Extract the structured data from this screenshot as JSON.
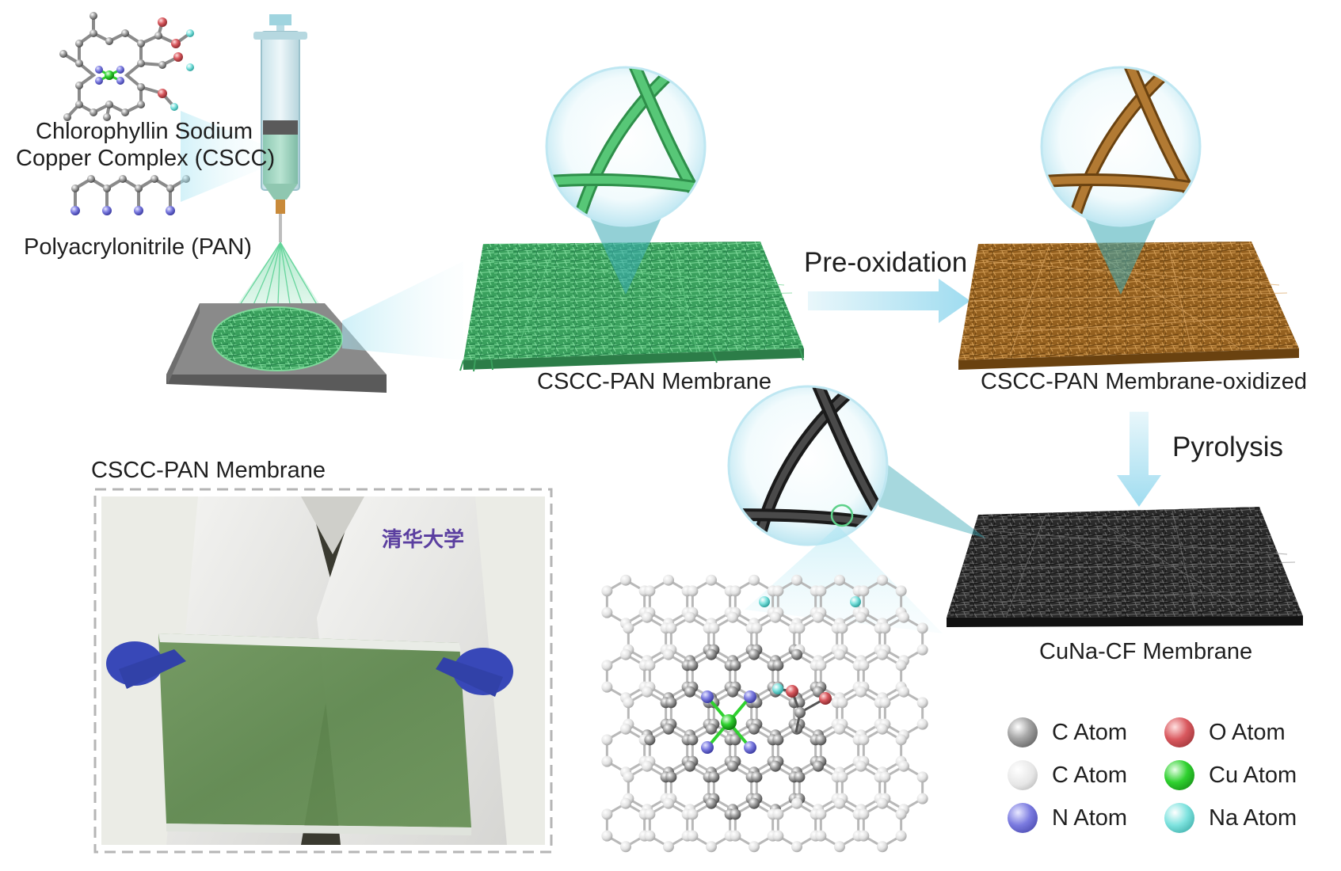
{
  "labels": {
    "cscc": "Chlorophyllin Sodium Copper Complex (CSCC)",
    "cscc_line1": "Chlorophyllin Sodium",
    "cscc_line2": "Copper Complex (CSCC)",
    "pan": "Polyacrylonitrile (PAN)",
    "membrane": "CSCC-PAN Membrane",
    "oxidized": "CSCC-PAN Membrane-oxidized",
    "cf": "CuNa-CF Membrane",
    "photo_title": "CSCC-PAN Membrane"
  },
  "steps": {
    "preoxidation": "Pre-oxidation",
    "pyrolysis": "Pyrolysis"
  },
  "legend": [
    {
      "label": "C Atom",
      "color": "#6e6e6e",
      "icon": "carbon-dark-sphere"
    },
    {
      "label": "O Atom",
      "color": "#d9585e",
      "icon": "oxygen-sphere"
    },
    {
      "label": "C Atom",
      "color": "#d9d9d9",
      "icon": "carbon-light-sphere"
    },
    {
      "label": "Cu Atom",
      "color": "#2fd12f",
      "icon": "copper-sphere"
    },
    {
      "label": "N Atom",
      "color": "#6f6fd9",
      "icon": "nitrogen-sphere"
    },
    {
      "label": "Na Atom",
      "color": "#7fe3df",
      "icon": "sodium-sphere"
    }
  ],
  "colors": {
    "green_fiber": "#3fb56a",
    "brown_fiber": "#a46a24",
    "black_fiber": "#2b2b2b",
    "arrow": "#bfe7f2",
    "beam": "#c7eff5"
  }
}
